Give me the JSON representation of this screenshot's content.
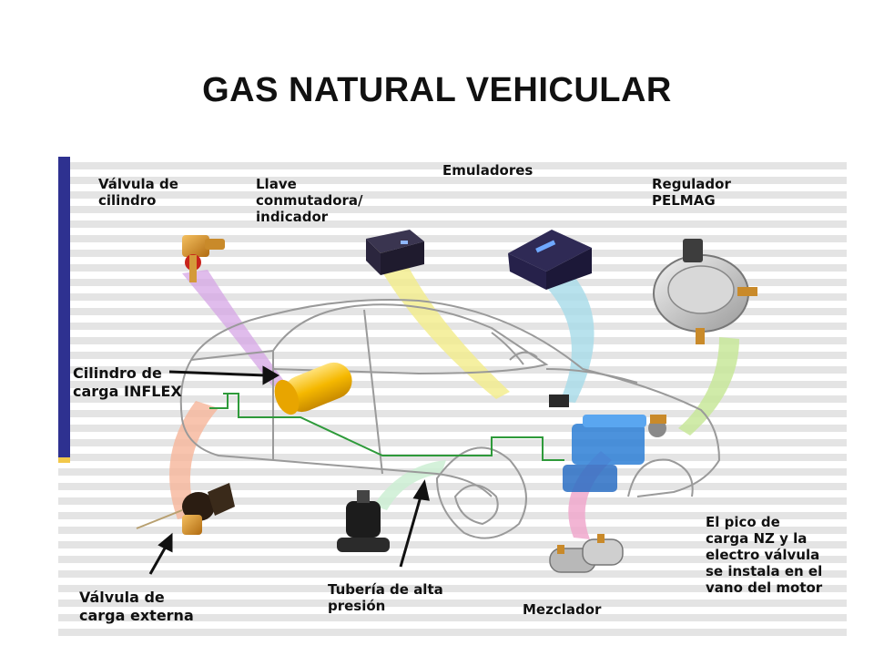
{
  "title": "GAS NATURAL VEHICULAR",
  "labels": {
    "valvula_cilindro": "Válvula de\ncilindro",
    "llave": "Llave\nconmutadora/\nindicador",
    "emuladores": "Emuladores",
    "regulador": "Regulador\nPELMAG",
    "cilindro_carga": "Cilindro de\ncarga INFLEX",
    "valvula_carga": "Válvula de\ncarga externa",
    "tuberia": "Tubería de alta\npresión",
    "mezclador": "Mezclador",
    "pico_carga": "El pico de\ncarga NZ y la\nelectro válvula\nse instala en el\nvano del motor"
  },
  "colors": {
    "sidebar": "#2e3190",
    "sidebar_accent": "#f2c84a",
    "pipe": "#2e9a3a",
    "cylinder": "#f5b800"
  }
}
